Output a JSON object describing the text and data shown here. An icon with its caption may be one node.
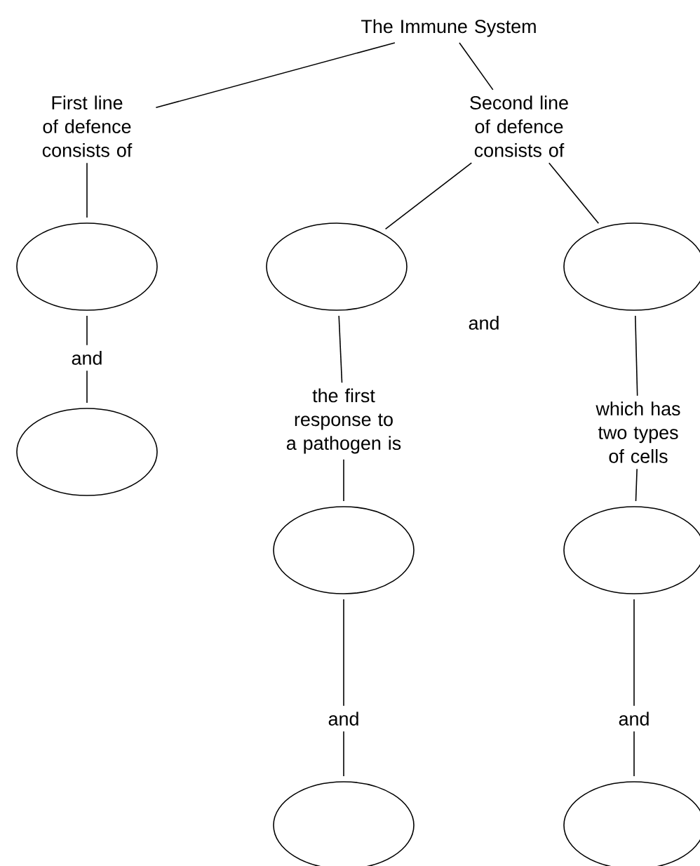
{
  "diagram": {
    "nodes": [
      {
        "text": [
          "The Immune System"
        ]
      },
      {
        "text": [
          "First line of defence consists of"
        ]
      },
      {
        "text": [
          "Second line of defence consists of"
        ]
      },
      {
        "text": [],
        "shape": "ellipse"
      },
      {
        "text": [
          "and"
        ]
      },
      {
        "text": [],
        "shape": "ellipse"
      },
      {
        "text": [],
        "shape": "ellipse"
      },
      {
        "text": [],
        "shape": "ellipse"
      },
      {
        "text": [
          "the first response to a pathogen is"
        ]
      },
      {
        "text": [],
        "shape": "ellipse"
      },
      {
        "text": [
          "and"
        ]
      },
      {
        "text": [],
        "shape": "ellipse"
      },
      {
        "text": [
          "which has two types of cells"
        ]
      },
      {
        "text": [],
        "shape": "ellipse"
      },
      {
        "text": [
          "and"
        ]
      },
      {
        "text": [],
        "shape": "ellipse"
      }
    ],
    "edges": [
      {
        "from": 0,
        "to": 1,
        "arrow": "none"
      },
      {
        "from": 0,
        "to": 2,
        "arrow": "none"
      },
      {
        "from": 1,
        "to": 3,
        "arrow": "none"
      },
      {
        "from": 3,
        "to": 4,
        "arrow": "none"
      },
      {
        "from": 4,
        "to": 5,
        "arrow": "none"
      },
      {
        "from": 2,
        "to": 6,
        "arrow": "none"
      },
      {
        "from": 2,
        "to": 7,
        "arrow": "none"
      },
      {
        "from": 6,
        "to": 8,
        "arrow": "none"
      },
      {
        "from": 8,
        "to": 9,
        "arrow": "none"
      },
      {
        "from": 9,
        "to": 10,
        "arrow": "none"
      },
      {
        "from": 10,
        "to": 11,
        "arrow": "none"
      },
      {
        "from": 7,
        "to": 12,
        "arrow": "none"
      },
      {
        "from": 12,
        "to": 13,
        "arrow": "none"
      },
      {
        "from": 13,
        "to": 14,
        "arrow": "none"
      },
      {
        "from": 14,
        "to": 15,
        "arrow": "none"
      }
    ],
    "labels": [
      "and"
    ]
  }
}
